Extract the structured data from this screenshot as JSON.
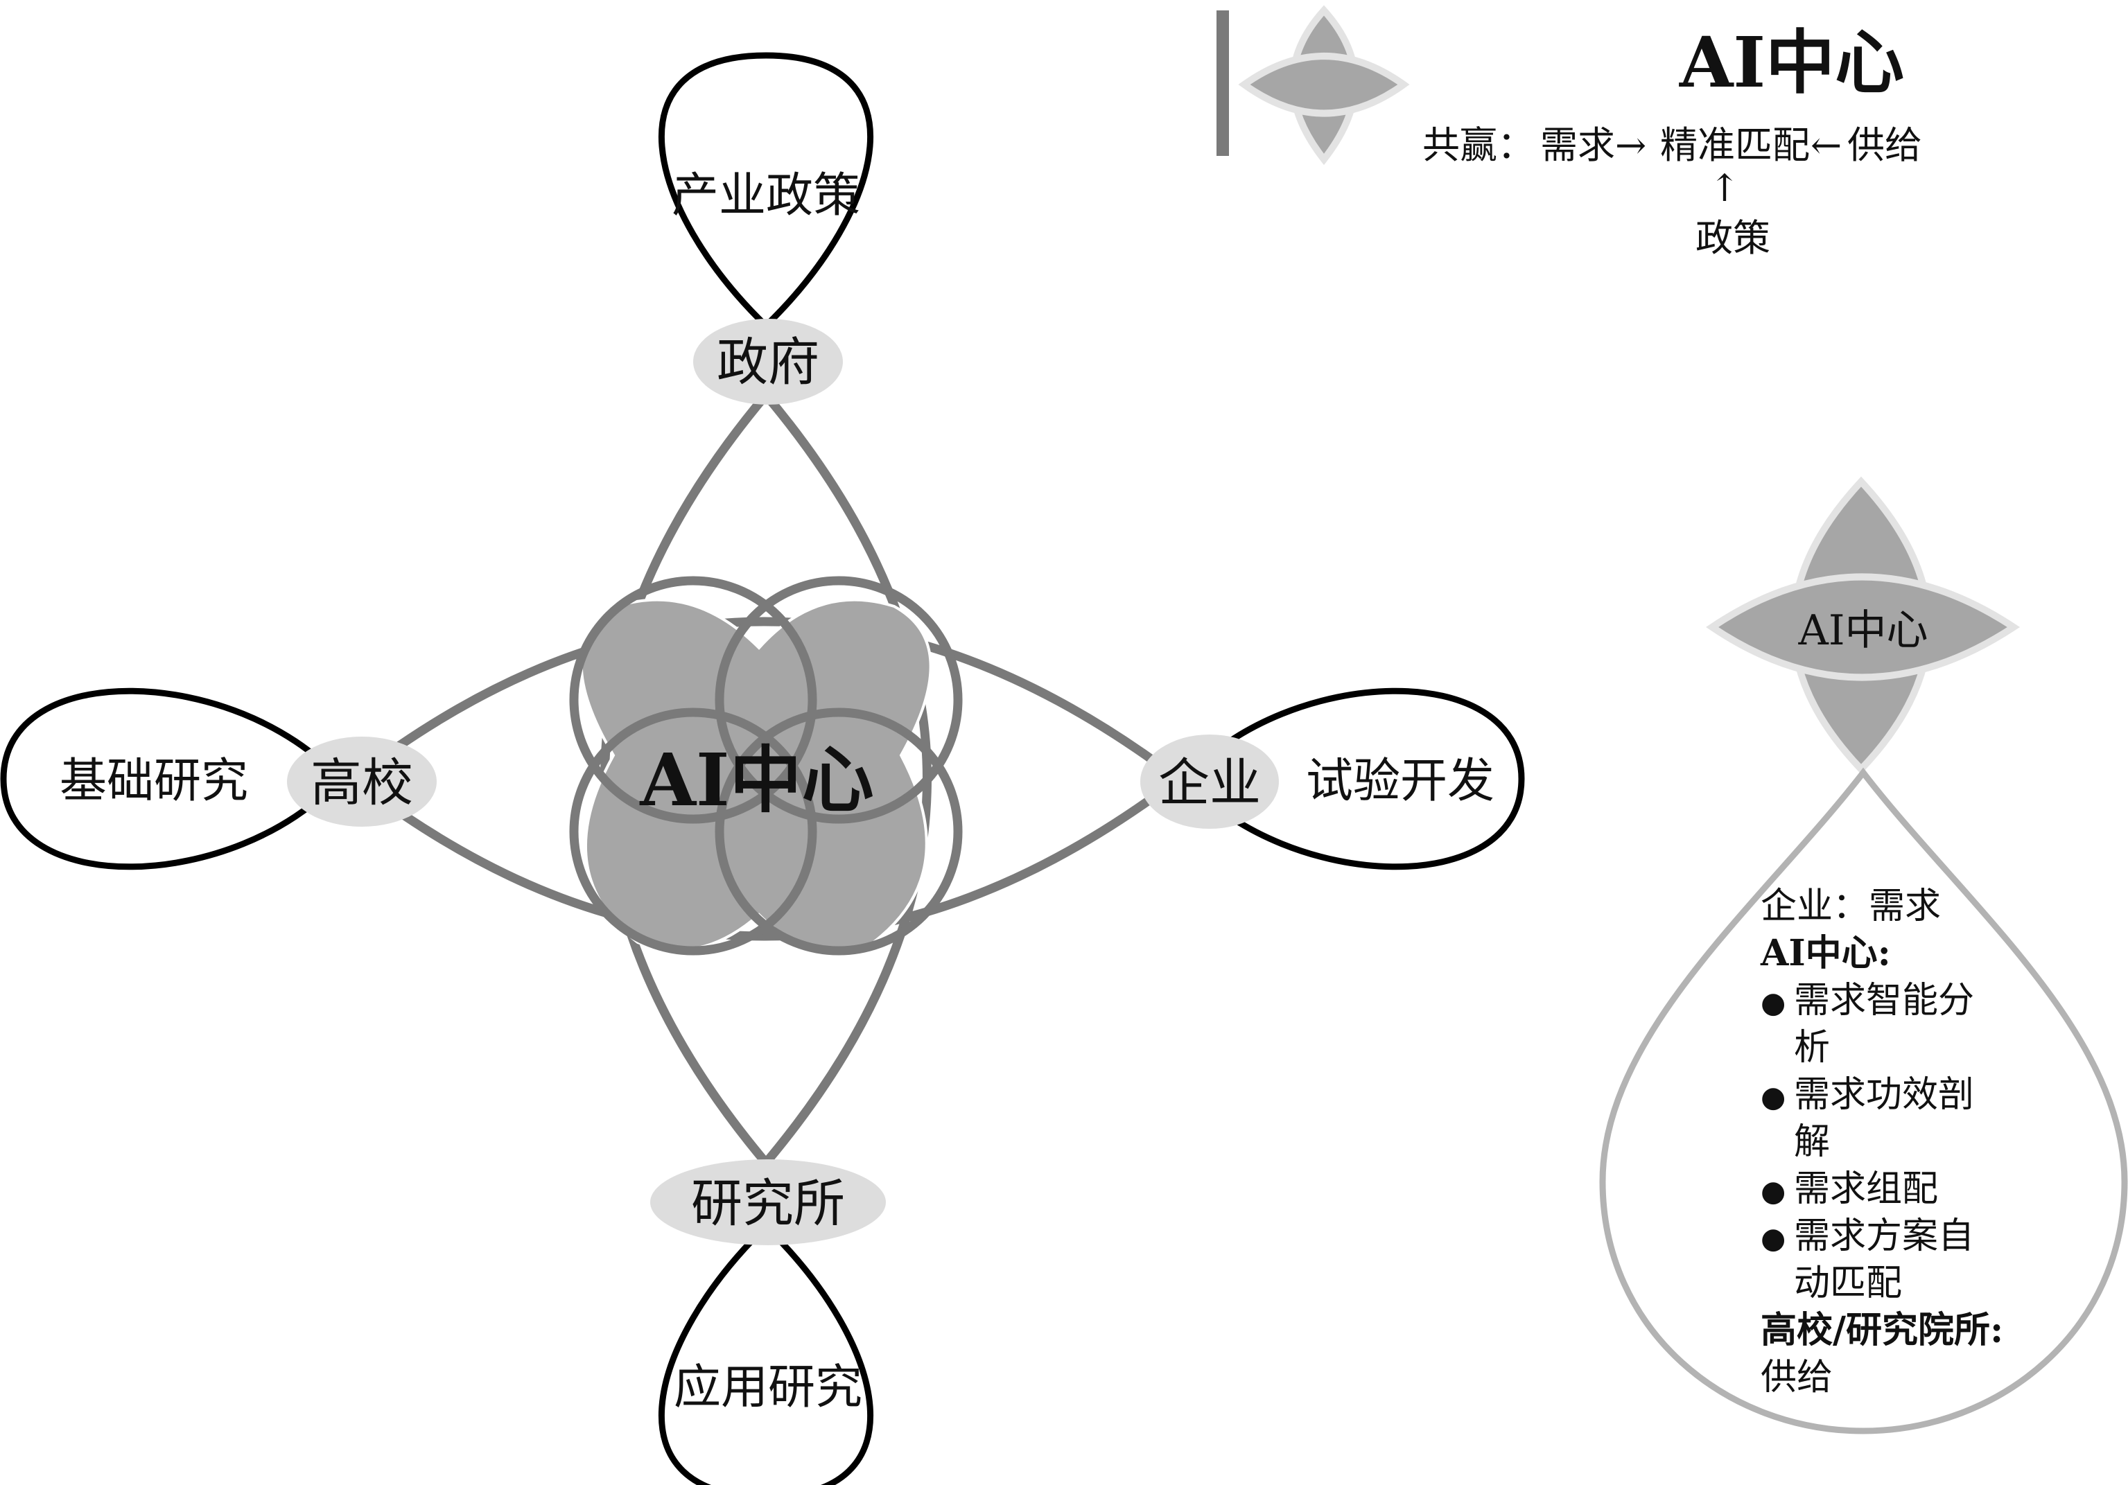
{
  "colors": {
    "petal_stroke": "#7a7a7a",
    "loop_stroke": "#000000",
    "center_fill": "#a6a6a6",
    "node_fill": "#dddddd",
    "legend_icon_fill": "#a6a6a6",
    "legend_icon_stroke": "#e3e3e3",
    "drop_stroke": "#b3b3b3",
    "text": "#111111"
  },
  "center": {
    "label": "AI中心"
  },
  "nodes": {
    "government": {
      "label": "政府",
      "loop_label": "产业政策"
    },
    "university": {
      "label": "高校",
      "loop_label": "基础研究"
    },
    "enterprise": {
      "label": "企业",
      "loop_label": "试验开发"
    },
    "institute": {
      "label": "研究所",
      "loop_label": "应用研究"
    }
  },
  "legend": {
    "title": "AI中心",
    "flow": {
      "prefix": "共赢：",
      "demand": "需求",
      "right_arrow": "→",
      "match": "精准匹配",
      "left_arrow": "←",
      "supply": "供给",
      "up_arrow": "↑",
      "policy": "政策"
    }
  },
  "detail": {
    "icon_label": "AI中心",
    "lines": [
      {
        "text": "企业：需求",
        "bold": false,
        "bullet": false
      },
      {
        "text": "AI中心:",
        "bold": true,
        "bullet": false
      },
      {
        "text": "需求智能分",
        "bold": false,
        "bullet": true
      },
      {
        "text": "析",
        "bold": false,
        "bullet": false,
        "indent": true
      },
      {
        "text": "需求功效剖",
        "bold": false,
        "bullet": true
      },
      {
        "text": "解",
        "bold": false,
        "bullet": false,
        "indent": true
      },
      {
        "text": "需求组配",
        "bold": false,
        "bullet": true
      },
      {
        "text": "需求方案自",
        "bold": false,
        "bullet": true
      },
      {
        "text": "动匹配",
        "bold": false,
        "bullet": false,
        "indent": true
      },
      {
        "text": "高校/研究院所:",
        "bold": true,
        "bullet": false
      },
      {
        "text": "供给",
        "bold": false,
        "bullet": false
      }
    ],
    "bullet_glyph": "●"
  }
}
